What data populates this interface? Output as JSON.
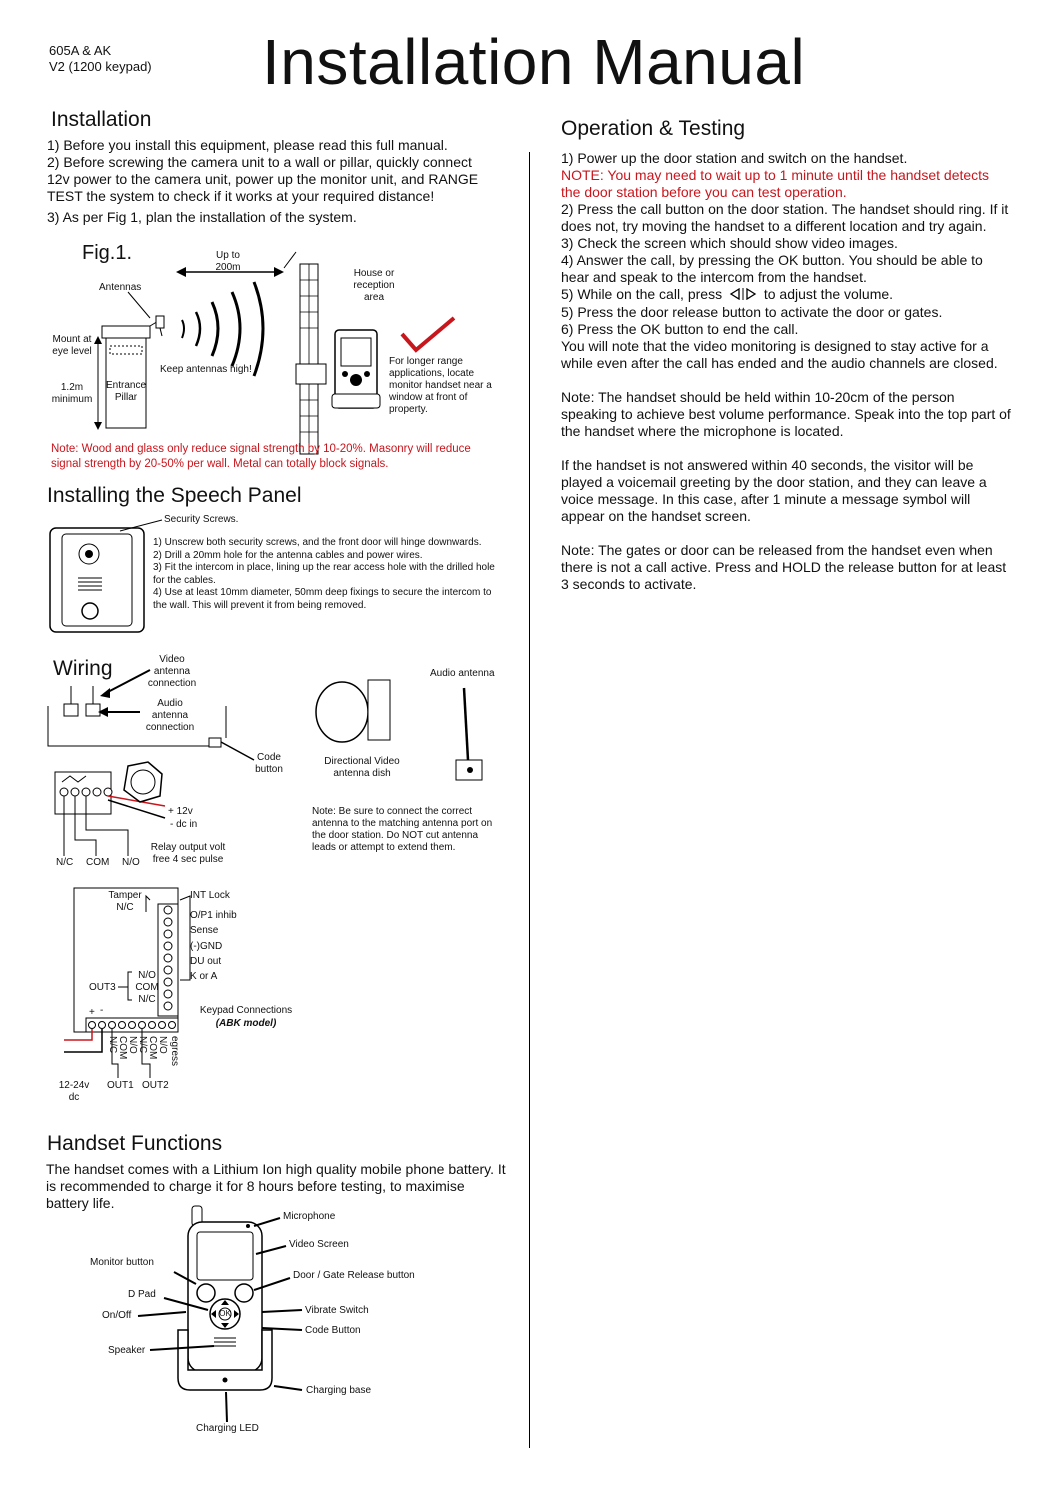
{
  "header": {
    "model_line1": "605A & AK",
    "model_line2": "V2 (1200 keypad)",
    "title": "Installation Manual"
  },
  "installation": {
    "heading": "Installation",
    "steps": [
      "1) Before you install this equipment, please read this full manual.",
      "2) Before screwing the camera unit to a wall or pillar, quickly connect 12v power to the camera unit, power up the monitor unit, and RANGE TEST the system to check if it works at your required distance!",
      "3) As per Fig 1, plan the installation of the system."
    ],
    "fig_label": "Fig.1.",
    "fig_labels": {
      "antennas": "Antennas",
      "distance": "Up to 200m",
      "house": "House or reception area",
      "mount": "Mount at eye level",
      "height": "1.2m minimum",
      "pillar": "Entrance Pillar",
      "keep_high": "Keep antennas high!",
      "longer_range": "For longer range applications, locate monitor handset near a window at front of property."
    },
    "note": "Note: Wood and glass only reduce signal strength by 10-20%. Masonry will reduce signal strength by 20-50% per wall. Metal can totally block signals."
  },
  "speech_panel": {
    "heading": "Installing the Speech Panel",
    "screws_label": "Security Screws.",
    "steps": [
      "1) Unscrew both security screws, and the front door will hinge downwards.",
      "2) Drill a 20mm hole for the antenna cables and power wires.",
      "3) Fit the intercom in place, lining up the rear access hole with the drilled hole for the cables.",
      "4) Use at least 10mm diameter, 50mm deep fixings to secure the intercom to the wall. This will prevent it from being removed."
    ]
  },
  "wiring": {
    "heading": "Wiring",
    "video_antenna": "Video antenna connection",
    "audio_antenna_conn": "Audio antenna connection",
    "code_button": "Code button",
    "dish": "Directional Video antenna dish",
    "audio_antenna": "Audio antenna",
    "power_plus": "+ 12v",
    "power_minus": "- dc in",
    "relay": "Relay output volt free 4 sec pulse",
    "nc": "N/C",
    "com": "COM",
    "no": "N/O",
    "note": "Note: Be sure to connect the correct antenna to the matching antenna port on the door station. Do NOT cut antenna leads or attempt to extend them.",
    "tamper": "Tamper N/C",
    "right_terminals": [
      "INT Lock",
      "O/P1 inhib",
      "Sense",
      "(-)GND",
      "DU out",
      "K or A"
    ],
    "out3": "OUT3",
    "out3_terms": [
      "N/O",
      "COM",
      "N/C"
    ],
    "keypad": "Keypad Connections",
    "keypad_model": "(ABK model)",
    "bottom_terms": [
      "N/C",
      "COM",
      "N/O",
      "N/C",
      "COM",
      "N/O",
      "egress"
    ],
    "plus": "+",
    "minus": "-",
    "supply": "12-24v dc",
    "out1": "OUT1",
    "out2": "OUT2"
  },
  "handset": {
    "heading": "Handset Functions",
    "intro": "The handset comes with a Lithium Ion high quality mobile phone battery. It is recommended to charge it for 8 hours before testing, to maximise battery life.",
    "labels": {
      "microphone": "Microphone",
      "video_screen": "Video Screen",
      "monitor": "Monitor button",
      "release": "Door / Gate Release button",
      "dpad": "D Pad",
      "onoff": "On/Off",
      "vibrate": "Vibrate Switch",
      "code": "Code Button",
      "speaker": "Speaker",
      "charging_base": "Charging base",
      "charging_led": "Charging LED",
      "ok": "OK"
    }
  },
  "operation": {
    "heading": "Operation & Testing",
    "line1": "1) Power up the door station and switch on the handset.",
    "note_red": "NOTE: You may need to wait up to 1 minute until the handset detects the door station before you can test operation.",
    "steps": [
      "2) Press the call button on the door station. The handset should ring. If it does not, try moving the handset to a different location and try again.",
      "3) Check the screen which should show video images.",
      "4) Answer the call, by pressing the OK button. You should be able to hear and speak to the intercom from the handset."
    ],
    "step5_a": "5) While on the call, press",
    "step5_b": "to adjust the volume.",
    "steps_b": [
      "5) Press the door release button to activate the door or gates.",
      "6) Press the OK button to end the call.",
      "You will note that the video monitoring is designed to stay active for a while even after the call has ended and the audio channels are closed."
    ],
    "para1": "Note: The handset should be held within 10-20cm of the person speaking to achieve best volume performance. Speak into the top part of the handset where the microphone is located.",
    "para2": "If the handset is not answered within 40 seconds, the visitor will be played a voicemail greeting by the door station, and they can leave a voice message. In this case, after 1 minute a message symbol will appear on the handset screen.",
    "para3": "Note: The gates or door can be released from the handset even when there is not a call active. Press and HOLD the release button for at least 3 seconds to activate."
  },
  "colors": {
    "accent_red": "#c8161d",
    "text": "#111111"
  }
}
